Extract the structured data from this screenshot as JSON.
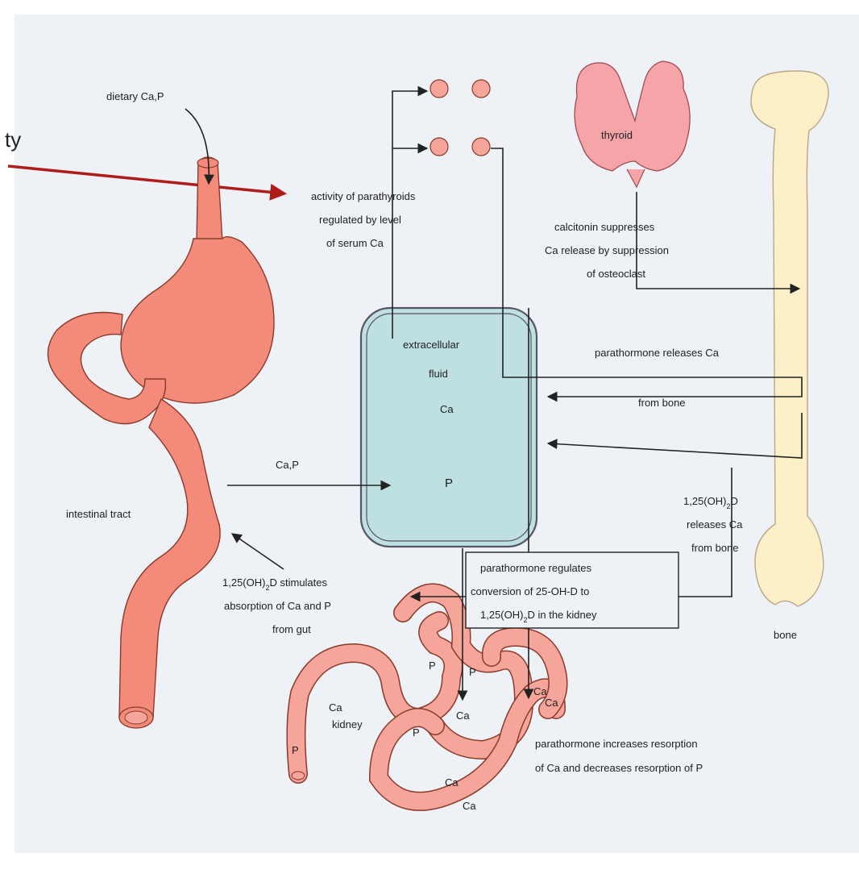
{
  "overlay": {
    "fragment_text": "ty"
  },
  "labels": {
    "dietary": "dietary Ca,P",
    "parathyroid_activity": [
      "activity of parathyroids",
      "regulated by level",
      "of serum Ca"
    ],
    "thyroid": "thyroid",
    "calcitonin": [
      "calcitonin suppresses",
      "Ca release by suppression",
      "of osteoclast"
    ],
    "ecf": [
      "extracellular",
      "fluid"
    ],
    "ecf_ca": "Ca",
    "ecf_p": "P",
    "pth_bone": "parathormone releases Ca",
    "from_bone": "from bone",
    "gut_flow": "Ca,P",
    "intestinal_tract": "intestinal tract",
    "vitd_bone": {
      "prefix": "1,25(OH)",
      "sub": "2",
      "suffix": "D",
      "line2": "releases Ca",
      "line3": "from bone"
    },
    "vitd_gut": {
      "prefix": "1,25(OH)",
      "sub": "2",
      "suffix": "D stimulates",
      "line2": "absorption of Ca and P",
      "line3": "from gut"
    },
    "pth_kidney": {
      "line1": "parathormone regulates",
      "line2": "conversion of 25-OH-D to",
      "prefix": "1,25(OH)",
      "sub": "2",
      "suffix": "D in the kidney"
    },
    "bone": "bone",
    "kidney": "kidney",
    "resorption": [
      "parathormone increases resorption",
      "of Ca and decreases resorption of P"
    ],
    "tubule_letters": [
      "P",
      "Ca",
      "P",
      "Ca",
      "Ca",
      "P",
      "Ca",
      "P",
      "Ca",
      "Ca"
    ]
  },
  "colors": {
    "organ_pink": "#f48b7a",
    "tubule_pink": "#f6a59a",
    "thyroid_pink": "#f5a5a8",
    "ecf_fill": "#bfe0e0",
    "bone_fill": "#fdf0c8",
    "arrow_red": "#b01c1c",
    "panel_bg": "#eef1f5"
  }
}
